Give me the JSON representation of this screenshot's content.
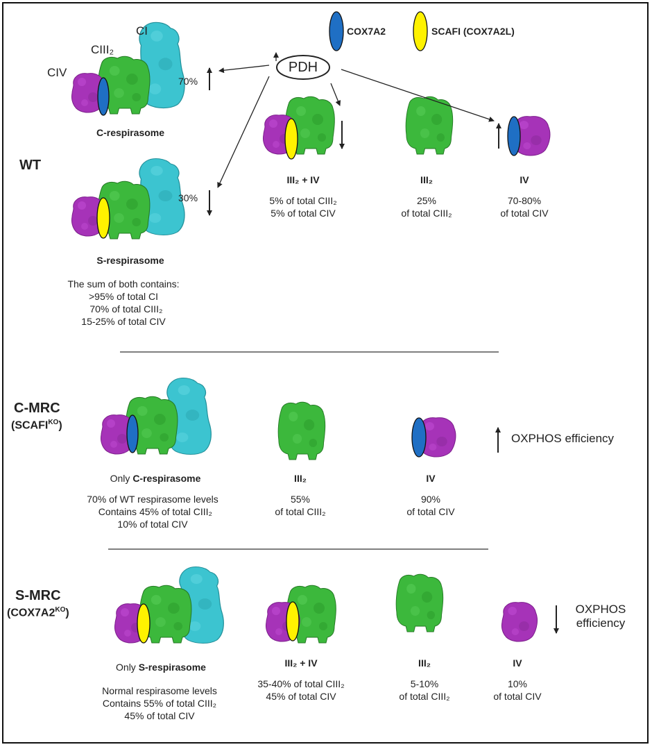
{
  "legend": {
    "blue": {
      "label": "COX7A2",
      "color": "#1f6fc4",
      "icon": "blue-ellipse"
    },
    "yellow": {
      "label": "SCAFI (COX7A2L)",
      "color": "#fff200",
      "icon": "yellow-ellipse"
    }
  },
  "colors": {
    "civ": "#a633b8",
    "ciii": "#3cb83c",
    "ci": "#3cc4d0",
    "line": "#222222"
  },
  "wt": {
    "label": "WT",
    "pdh": "PDH",
    "cr_labels": {
      "civ": "CIV",
      "ciii": "CIII₂",
      "ci": "CI"
    },
    "c_resp": {
      "name": "C-respirasome",
      "pct": "70%"
    },
    "s_resp": {
      "name": "S-respirasome",
      "pct": "30%"
    },
    "sum_text": "The sum of both contains:\n>95% of total CI\n  70% of total CIII₂\n15-25% of total CIV",
    "iii_iv": {
      "name": "III₂ + IV",
      "desc": "5% of total CIII₂\n5% of total CIV"
    },
    "iii": {
      "name": "III₂",
      "desc": "25%\nof total CIII₂"
    },
    "iv": {
      "name": "IV",
      "desc": "70-80%\nof total CIV"
    }
  },
  "cmrc": {
    "label": "C-MRC",
    "sub_main": "(SCAFI",
    "sub_sup": "KO",
    "sub_end": ")",
    "resp_prefix": "Only ",
    "resp_name": "C-respirasome",
    "resp_desc": "70% of WT respirasome levels\n  Contains 45% of total CIII₂\n10% of total CIV",
    "iii": {
      "name": "III₂",
      "desc": "55%\nof total CIII₂"
    },
    "iv": {
      "name": "IV",
      "desc": "90%\nof total CIV"
    },
    "effect": "OXPHOS efficiency"
  },
  "smrc": {
    "label": "S-MRC",
    "sub_main": "(COX7A2",
    "sub_sup": "KO",
    "sub_end": ")",
    "resp_prefix": "Only ",
    "resp_name": "S-respirasome",
    "resp_desc": "Normal respirasome levels\nContains 55% of total CIII₂\n45% of total CIV",
    "iii_iv": {
      "name": "III₂ + IV",
      "desc": "35-40% of total CIII₂\n45% of total CIV"
    },
    "iii": {
      "name": "III₂",
      "desc": "5-10%\nof total CIII₂"
    },
    "iv": {
      "name": "IV",
      "desc": "10%\nof total CIV"
    },
    "effect": "OXPHOS\nefficiency"
  }
}
